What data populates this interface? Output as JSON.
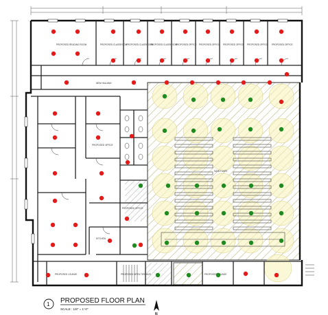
{
  "title_block": {
    "number": "1",
    "title": "PROPOSED FLOOR PLAN",
    "scale": "SCALE : 1/8\" = 1'-0\"",
    "north": "N"
  },
  "rooms": {
    "reading_room": "PROPOSED READING ROOM",
    "classroom_1": "PROPOSED CLASSROOM",
    "classroom_2": "PROPOSED CLASSROOM",
    "classroom_3": "PROPOSED CLASSROOM",
    "office_1": "PROPOSED OFFICE",
    "office_2": "PROPOSED OFFICE",
    "office_3": "PROPOSED OFFICE",
    "office_4": "PROPOSED OFFICE",
    "office_5": "PROPOSED OFFICE",
    "hallway": "NEW HALLWAY",
    "office_6": "PROPOSED OFFICE",
    "office_7": "PROPOSED OFFICE",
    "kitchen": "KITCHEN",
    "lounge_1": "PROPOSED LOUNGE",
    "lounge_2": "PROPOSED LOUNGE",
    "terrace": "PROPOSED OPEN TERRACE",
    "sanctuary": "SANCTUARY"
  },
  "colors": {
    "existing_fixture": "#e31b1b",
    "proposed_fixture": "#1f8a1f",
    "hatch": "#b9b27a",
    "highlight": "#f7f2b8"
  }
}
